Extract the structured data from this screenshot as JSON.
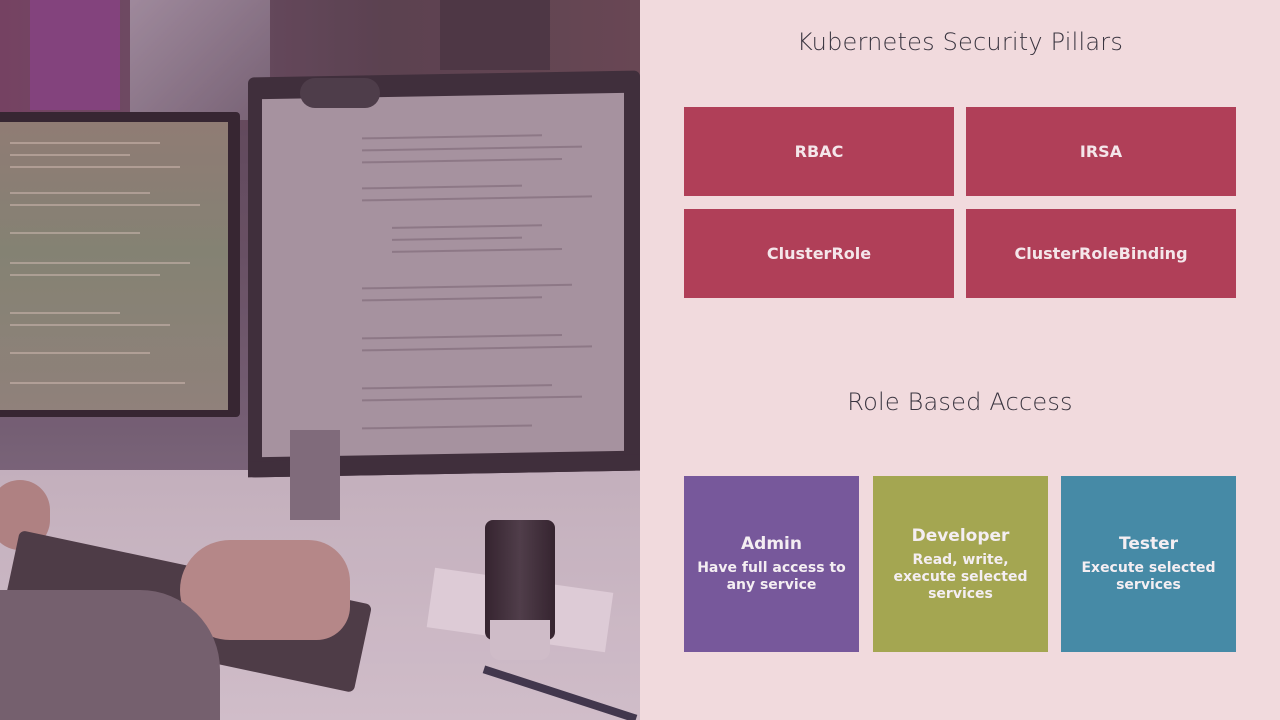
{
  "slide": {
    "section_1_title": "Kubernetes Security Pillars",
    "pillars": [
      {
        "label": "RBAC"
      },
      {
        "label": "IRSA"
      },
      {
        "label": "ClusterRole"
      },
      {
        "label": "ClusterRoleBinding"
      }
    ],
    "section_2_title": "Role Based Access",
    "roles": [
      {
        "name": "Admin",
        "description": "Have full access to any service",
        "color": "#77589b"
      },
      {
        "name": "Developer",
        "description": "Read, write, execute selected services",
        "color": "#a4a651"
      },
      {
        "name": "Tester",
        "description": "Execute selected services",
        "color": "#468aa6"
      }
    ]
  },
  "colors": {
    "background": "#f1dadd",
    "pillar": "#b03f58",
    "title_text": "#3a3540"
  },
  "photo": {
    "icon": "office-workstation-photo"
  }
}
